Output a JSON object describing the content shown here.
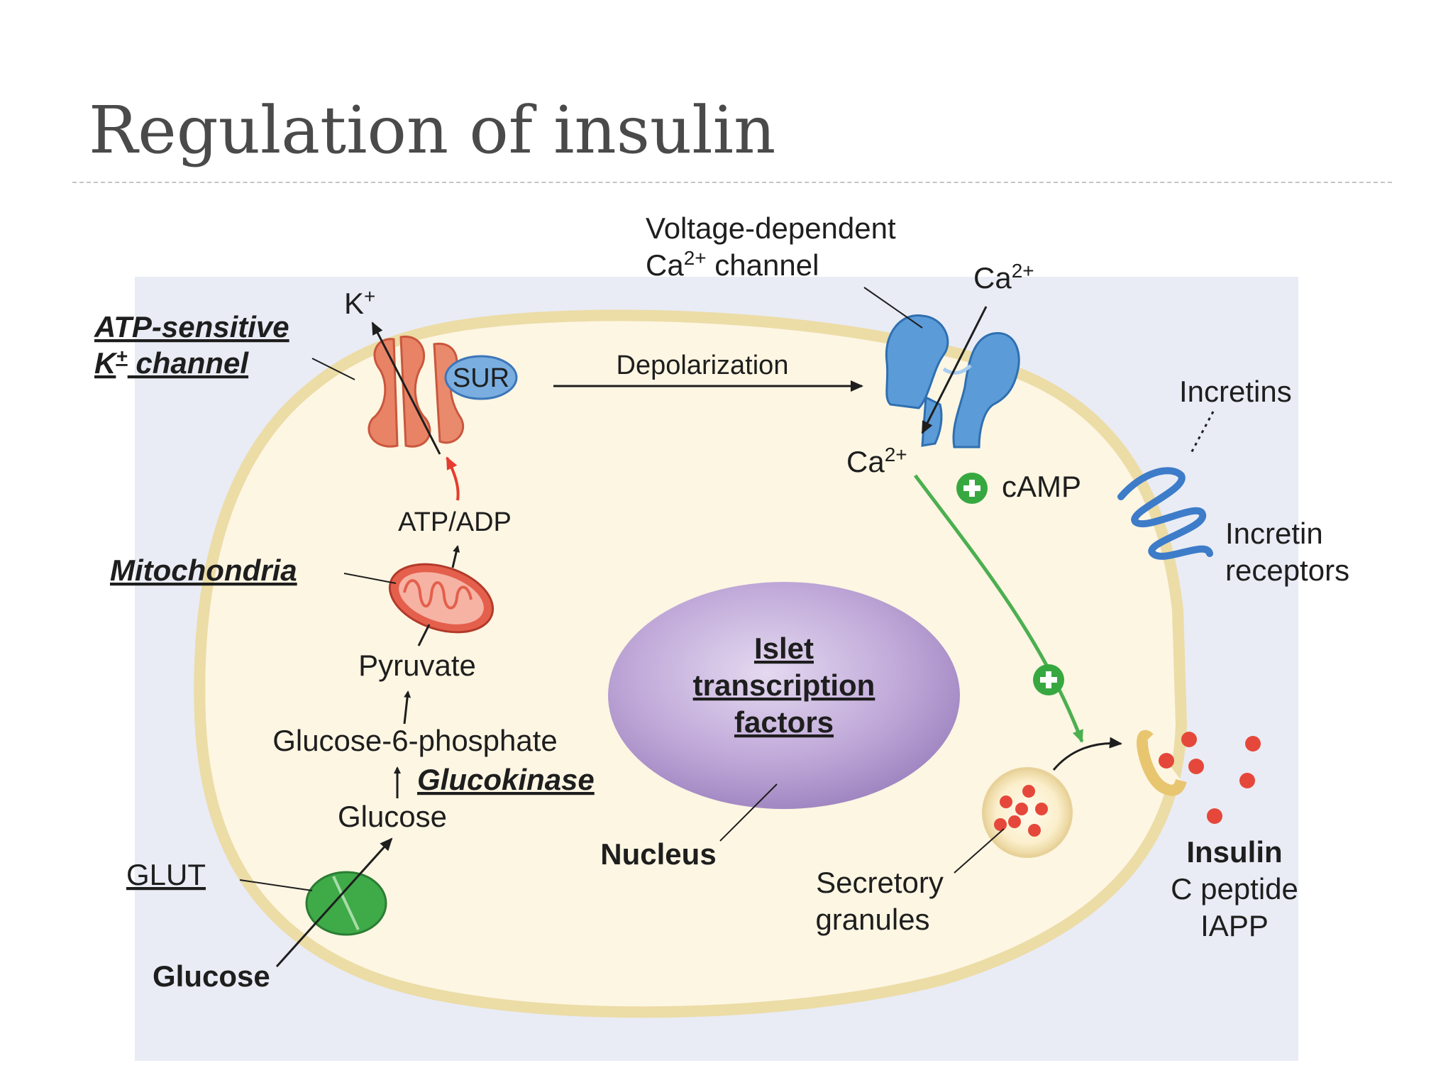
{
  "slide": {
    "title": "Regulation of insulin"
  },
  "labels": {
    "voltage_channel_line1": "Voltage-dependent",
    "voltage_channel_line2_prefix": "Ca",
    "voltage_channel_line2_sup": "2+",
    "voltage_channel_line2_suffix": " channel",
    "ca_outside_base": "Ca",
    "ca_outside_sup": "2+",
    "k_ion_base": "K",
    "k_ion_sup": "+",
    "atp_k_channel_line1": "ATP-sensitive",
    "atp_k_channel_line2_base": "K",
    "atp_k_channel_line2_sup": "+",
    "atp_k_channel_line2_suffix": " channel",
    "sur": "SUR",
    "depolarization": "Depolarization",
    "incretins": "Incretins",
    "ca_inside_base": "Ca",
    "ca_inside_sup": "2+",
    "camp": "cAMP",
    "incretin_receptors_line1": "Incretin",
    "incretin_receptors_line2": "receptors",
    "atp_adp": "ATP/ADP",
    "mitochondria": "Mitochondria",
    "pyruvate": "Pyruvate",
    "islet_tf_line1": "Islet",
    "islet_tf_line2": "transcription",
    "islet_tf_line3": "factors",
    "glucose_6_phosphate": "Glucose-6-phosphate",
    "glucokinase": "Glucokinase",
    "glucose_inside": "Glucose",
    "glut": "GLUT",
    "nucleus": "Nucleus",
    "secretory_granules_line1": "Secretory",
    "secretory_granules_line2": "granules",
    "insulin": "Insulin",
    "c_peptide": "C peptide",
    "iapp": "IAPP",
    "glucose_outside": "Glucose"
  },
  "colors": {
    "panel_background": "#e9ecf5",
    "cell_fill": "#fdf6e3",
    "cell_membrane": "#ecdca6",
    "k_channel": "#e98366",
    "ca_channel": "#5b9bd8",
    "sur": "#7aaee0",
    "glut": "#3faa48",
    "mitochondria": "#e4604c",
    "nucleus": "#a98fc4",
    "positive_marker": "#37a840",
    "green_arrow": "#4caf50",
    "red_arrow": "#e63b2e",
    "receptor_coil": "#3d7cc9",
    "granule_dot": "#e5483a"
  },
  "icons": {
    "positive_marker": "plus-in-circle-icon",
    "k_channel": "membrane-channel-icon",
    "ca_channel": "membrane-channel-icon",
    "glut": "transporter-icon",
    "mitochondria": "mitochondrion-icon",
    "incretin_receptor": "seven-pass-receptor-icon"
  }
}
